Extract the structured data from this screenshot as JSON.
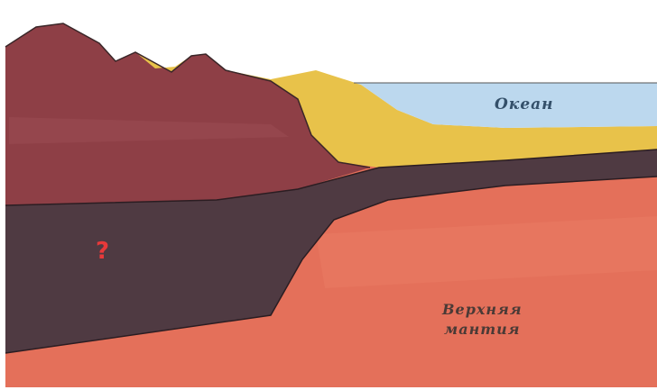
{
  "labels": {
    "ocean": "Океан",
    "mantle_line1": "Верхняя",
    "mantle_line2": "мантия",
    "unknown_layer": "?"
  },
  "colors": {
    "background": "#ffffff",
    "upper_mantle": "#e4705a",
    "dark_layer": "#4f3a42",
    "continental_crust": "#8e3f46",
    "sediment": "#e8c24a",
    "ocean": "#bcd8ee",
    "question_mark": "#e8393a"
  }
}
